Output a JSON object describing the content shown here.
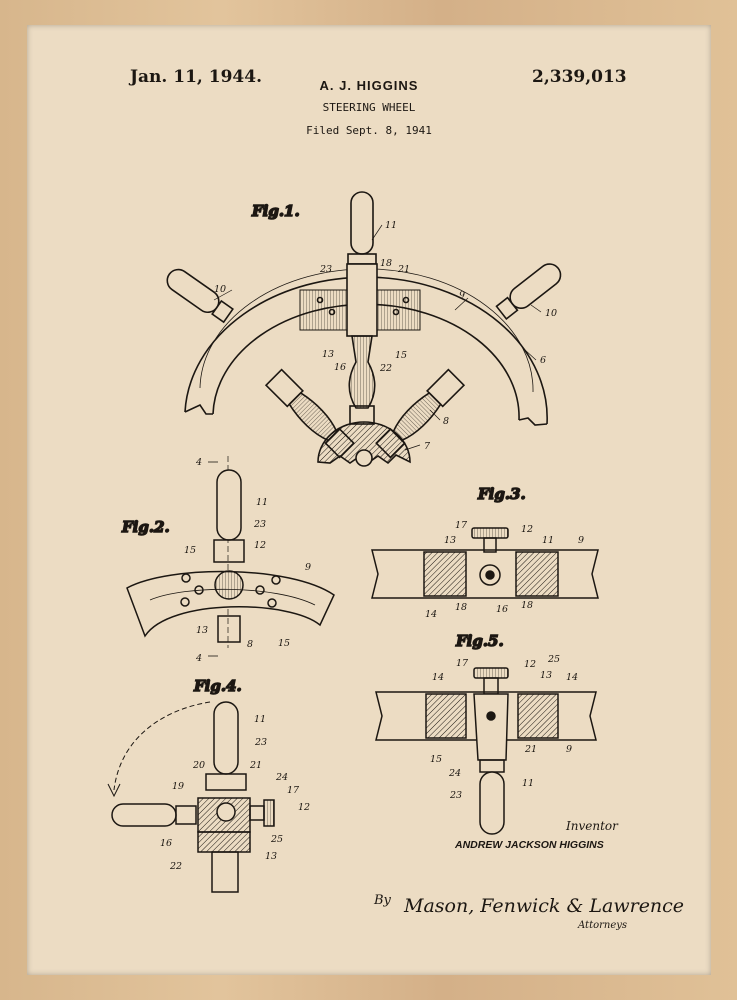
{
  "header": {
    "date": "Jan. 11, 1944.",
    "inventor": "A. J. HIGGINS",
    "patent_number": "2,339,013",
    "title": "STEERING WHEEL",
    "filed": "Filed Sept. 8, 1941"
  },
  "figures": {
    "fig1": "Fig.1.",
    "fig2": "Fig.2.",
    "fig3": "Fig.3.",
    "fig4": "Fig.4.",
    "fig5": "Fig.5."
  },
  "ref_numbers": {
    "n6": "6",
    "n7": "7",
    "n8": "8",
    "n9": "9",
    "n10": "10",
    "n11": "11",
    "n12": "12",
    "n13": "13",
    "n14": "14",
    "n15": "15",
    "n16": "16",
    "n17": "17",
    "n18": "18",
    "n19": "19",
    "n20": "20",
    "n21": "21",
    "n22": "22",
    "n23": "23",
    "n24": "24",
    "n25": "25",
    "n4": "4"
  },
  "footer": {
    "inventor_label": "Inventor",
    "inventor_name": "ANDREW JACKSON HIGGINS",
    "by": "By",
    "signature": "Mason, Fenwick & Lawrence",
    "attorneys": "Attorneys"
  },
  "colors": {
    "frame": "#d9b88f",
    "paper": "#ecdcc3",
    "ink": "#1c1712"
  }
}
